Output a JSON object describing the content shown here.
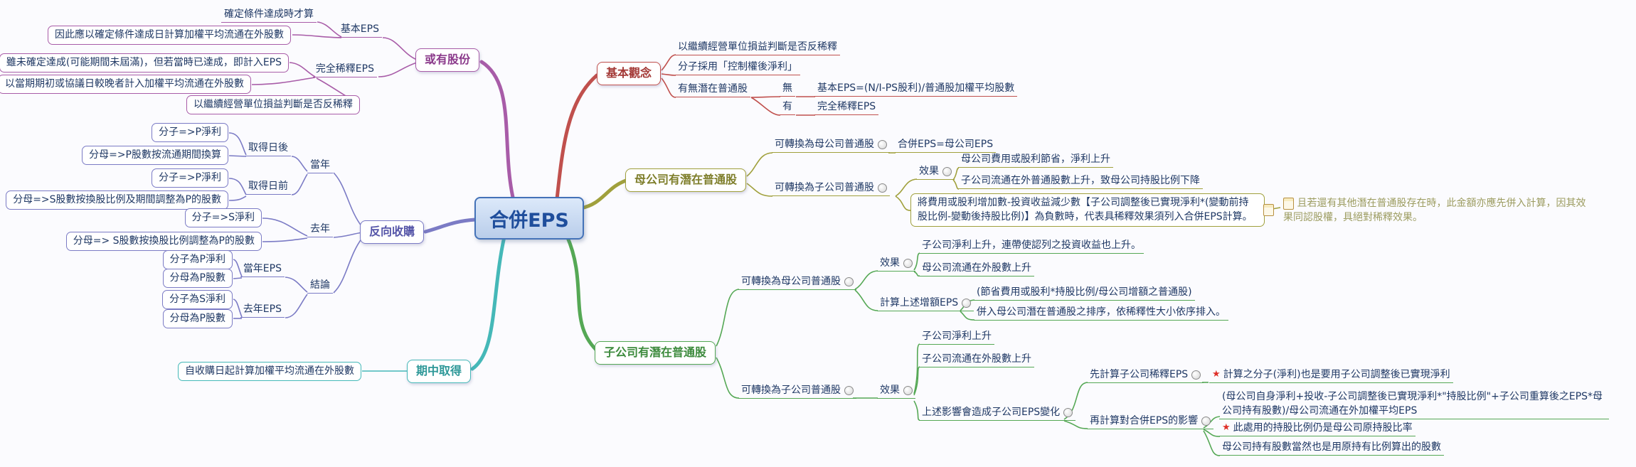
{
  "central": {
    "label": "合併EPS"
  },
  "colors": {
    "central_border": "#4472B8",
    "contingent": "#A85CA8",
    "basic": "#C0504D",
    "parent_potential": "#A0A03C",
    "reverse": "#7B7BC5",
    "subsidiary_potential": "#55A855",
    "interim": "#45B8B8"
  },
  "contingent": {
    "topic": "或有股份",
    "basic_eps": {
      "label": "基本EPS",
      "condition": "確定條件達成時才算",
      "note": "因此應以確定條件達成日計算加權平均流通在外股數"
    },
    "diluted_eps": {
      "label": "完全稀釋EPS",
      "note1": "雖未確定達成(可能期間未屆滿)，但若當時已達成，即計入EPS",
      "note2": "以當期期初或協議日較晚者計入加權平均流通在外股數",
      "note3": "以繼續經營單位損益判斷是否反稀釋"
    }
  },
  "basic": {
    "topic": "基本觀念",
    "item1": "以繼續經營單位損益判斷是否反稀釋",
    "item2": "分子採用「控制權後淨利」",
    "item3": "有無潛在普通股",
    "no_label": "無",
    "no_value": "基本EPS=(N/I-PS股利)/普通股加權平均股數",
    "yes_label": "有",
    "yes_value": "完全稀釋EPS"
  },
  "parent_potential": {
    "topic": "母公司有潛在普通股",
    "to_parent": {
      "label": "可轉換為母公司普通股",
      "value": "合併EPS=母公司EPS"
    },
    "to_sub": {
      "label": "可轉換為子公司普通股",
      "effect": {
        "label": "效果",
        "item1": "母公司費用或股利節省，淨利上升",
        "item2": "子公司流通在外普通股數上升，致母公司持股比例下降"
      },
      "formula": "將費用或股利增加數-投資收益減少數【子公司調整後已實現淨利*(變動前持股比例-變動後持股比例)】為負數時，代表具稀釋效果須列入合併EPS計算。",
      "note": "且若還有其他潛在普通股存在時，此金額亦應先併入計算，因其效果同認股權，具絕對稀釋效果。"
    }
  },
  "reverse": {
    "topic": "反向收購",
    "this_year": {
      "label": "當年",
      "after": {
        "label": "取得日後",
        "numerator": "分子=>P淨利",
        "denominator": "分母=>P股數按流通期間換算"
      },
      "before": {
        "label": "取得日前",
        "numerator": "分子=>P淨利",
        "denominator": "分母=>S股數按換股比例及期間調整為P的股數"
      }
    },
    "last_year": {
      "label": "去年",
      "numerator": "分子=>S淨利",
      "denominator": "分母=> S股數按換股比例調整為P的股數"
    },
    "conclusion": {
      "label": "結論",
      "cy": {
        "label": "當年EPS",
        "numerator": "分子為P淨利",
        "denominator": "分母為P股數"
      },
      "ly": {
        "label": "去年EPS",
        "numerator": "分子為S淨利",
        "denominator": "分母為P股數"
      }
    }
  },
  "sub_potential": {
    "topic": "子公司有潛在普通股",
    "to_parent": {
      "label": "可轉換為母公司普通股",
      "effect": {
        "label": "效果",
        "item1": "子公司淨利上升，連帶使認列之投資收益也上升。",
        "item2": "母公司流通在外股數上升"
      },
      "calc": {
        "label": "計算上述增額EPS",
        "item1": "(節省費用或股利*持股比例/母公司增額之普通股)",
        "item2": "併入母公司潛在普通股之排序，依稀釋性大小依序排入。"
      }
    },
    "to_sub": {
      "label": "可轉換為子公司普通股",
      "effect": {
        "label": "效果",
        "item1": "子公司淨利上升",
        "item2": "子公司流通在外股數上升",
        "item3": {
          "label": "上述影響會造成子公司EPS變化",
          "step1": {
            "label": "先計算子公司稀釋EPS",
            "note": "計算之分子(淨利)也是要用子公司調整後已實現淨利"
          },
          "step2": {
            "label": "再計算對合併EPS的影響",
            "formula": "(母公司自身淨利+投收-子公司調整後已實現淨利*\"持股比例\"+子公司重算後之EPS*母公司持有股數)/母公司流通在外加權平均EPS",
            "note1": "此處用的持股比例仍是母公司原持股比率",
            "note2": "母公司持有股數當然也是用原持有比例算出的股數"
          }
        }
      }
    }
  },
  "interim": {
    "topic": "期中取得",
    "note": "自收購日起計算加權平均流通在外股數"
  }
}
